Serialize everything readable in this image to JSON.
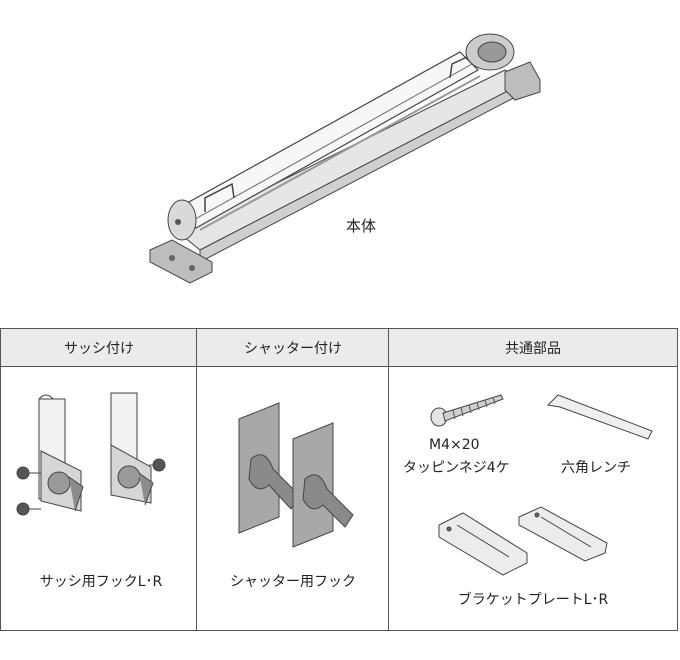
{
  "main_unit": {
    "label": "本体"
  },
  "table": {
    "headers": [
      "サッシ付け",
      "シャッター付け",
      "共通部品"
    ],
    "sash": {
      "caption": "サッシ用フックL･R"
    },
    "shutter": {
      "caption": "シャッター用フック"
    },
    "common": {
      "screw_spec": "M4×20",
      "screw_name": "タッピンネジ4ケ",
      "wrench": "六角レンチ",
      "bracket": "ブラケットプレートL･R"
    }
  }
}
